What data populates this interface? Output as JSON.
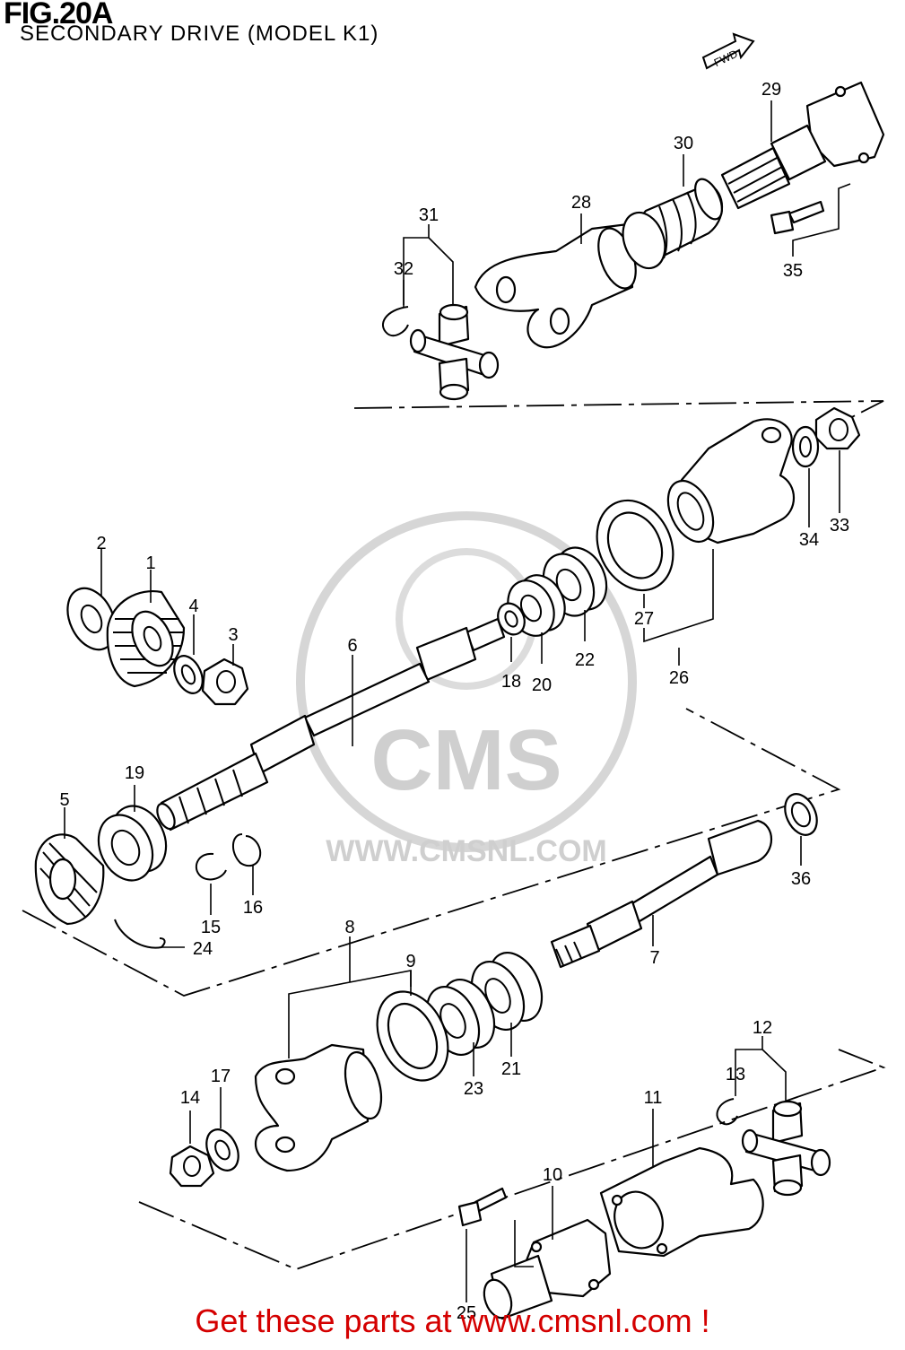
{
  "figure": {
    "title": "FIG.20A",
    "subtitle": "SECONDARY DRIVE (MODEL K1)"
  },
  "arrow": {
    "label": "FWD"
  },
  "watermark": {
    "brand": "CMS",
    "url": "WWW.CMSNL.COM"
  },
  "callouts": [
    "1",
    "2",
    "3",
    "4",
    "5",
    "6",
    "7",
    "8",
    "9",
    "10",
    "11",
    "12",
    "13",
    "14",
    "15",
    "16",
    "17",
    "18",
    "19",
    "20",
    "21",
    "22",
    "23",
    "24",
    "25",
    "26",
    "27",
    "28",
    "29",
    "30",
    "31",
    "32",
    "33",
    "34",
    "35",
    "36"
  ],
  "footer": {
    "text": "Get these parts at www.cmsnl.com !"
  },
  "colors": {
    "footer": "#d40000",
    "line": "#000000",
    "watermark": "#cfcfcf"
  }
}
